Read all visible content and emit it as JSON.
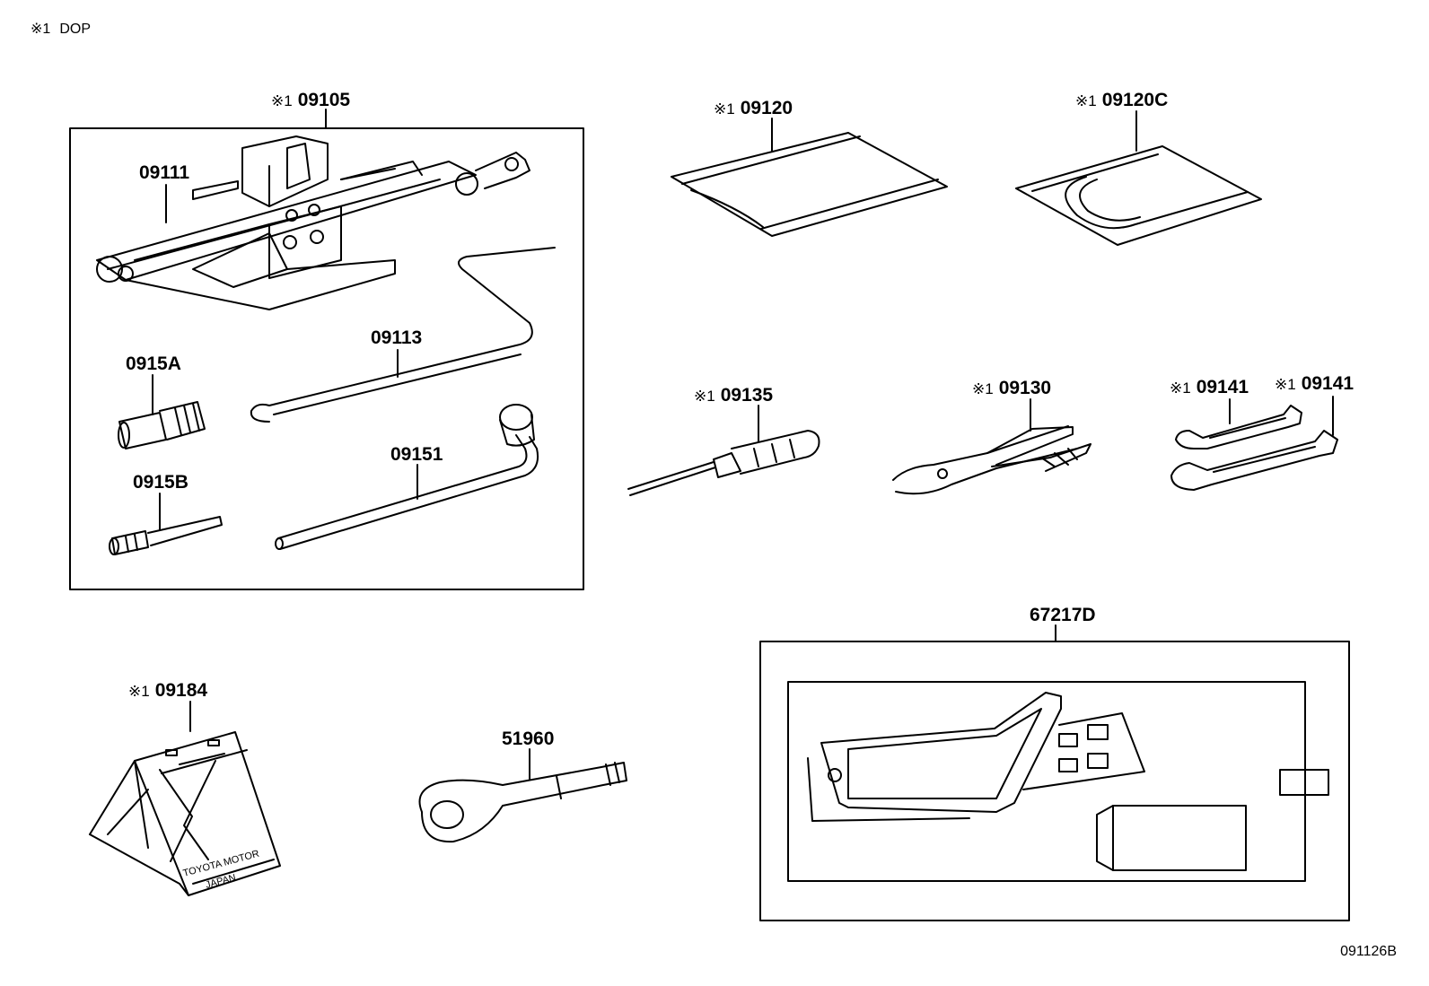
{
  "note": {
    "marker": "※1",
    "text": "DOP"
  },
  "labels": {
    "p09105": "09105",
    "m09105": "※1",
    "p09111": "09111",
    "p09113": "09113",
    "p0915A": "0915A",
    "p0915B": "0915B",
    "p09151": "09151",
    "p09120": "09120",
    "m09120": "※1",
    "p09120C": "09120C",
    "m09120C": "※1",
    "p09135": "09135",
    "m09135": "※1",
    "p09130": "09130",
    "m09130": "※1",
    "p09141a": "09141",
    "m09141a": "※1",
    "p09141b": "09141",
    "m09141b": "※1",
    "p67217D": "67217D",
    "p09184": "09184",
    "m09184": "※1",
    "p51960": "51960"
  },
  "triangle_text": {
    "line1": "TOYOTA MOTOR",
    "line2": "JAPAN"
  },
  "illustration_code": "091126B"
}
